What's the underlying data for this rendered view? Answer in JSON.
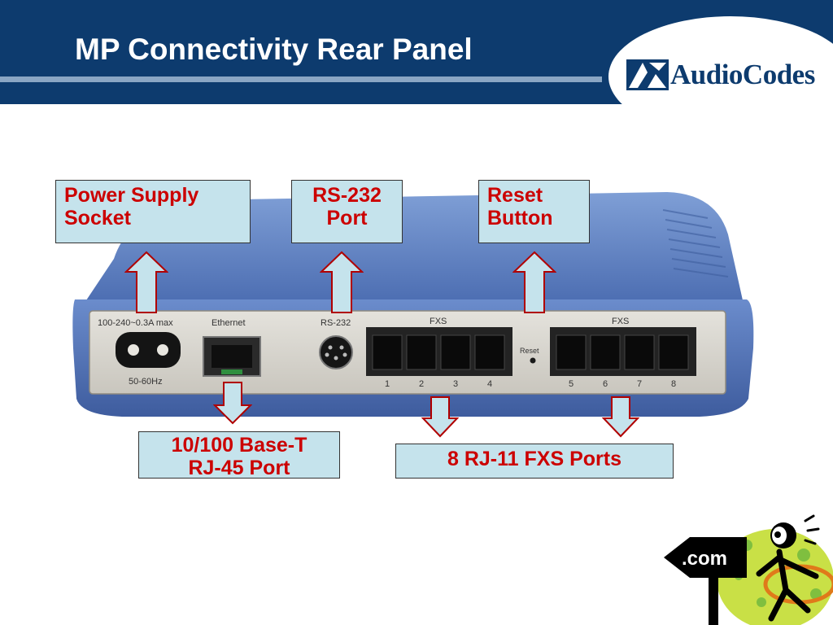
{
  "slide": {
    "title": "MP Connectivity Rear Panel",
    "logo_text": "AudioCodes",
    "badge_text": ".com"
  },
  "callouts": {
    "power": [
      "Power Supply",
      "Socket"
    ],
    "rs232": [
      "RS-232",
      "Port"
    ],
    "reset": [
      "Reset",
      "Button"
    ],
    "ethernet": [
      "10/100 Base-T",
      "RJ-45 Port"
    ],
    "fxs": "8 RJ-11 FXS Ports"
  },
  "panel": {
    "power_label": "100-240~0.3A max",
    "power_freq": "50-60Hz",
    "ethernet_label": "Ethernet",
    "rs232_label": "RS-232",
    "fxs_label_left": "FXS",
    "fxs_label_right": "FXS",
    "reset_label": "Reset",
    "port_numbers": [
      "1",
      "2",
      "3",
      "4",
      "5",
      "6",
      "7",
      "8"
    ]
  },
  "colors": {
    "header": "#0d3b6e",
    "accent_rule": "#8aa6c4",
    "callout_bg": "#c5e3ec",
    "callout_text": "#cc0000",
    "device_blue": "#5a7dc0"
  }
}
